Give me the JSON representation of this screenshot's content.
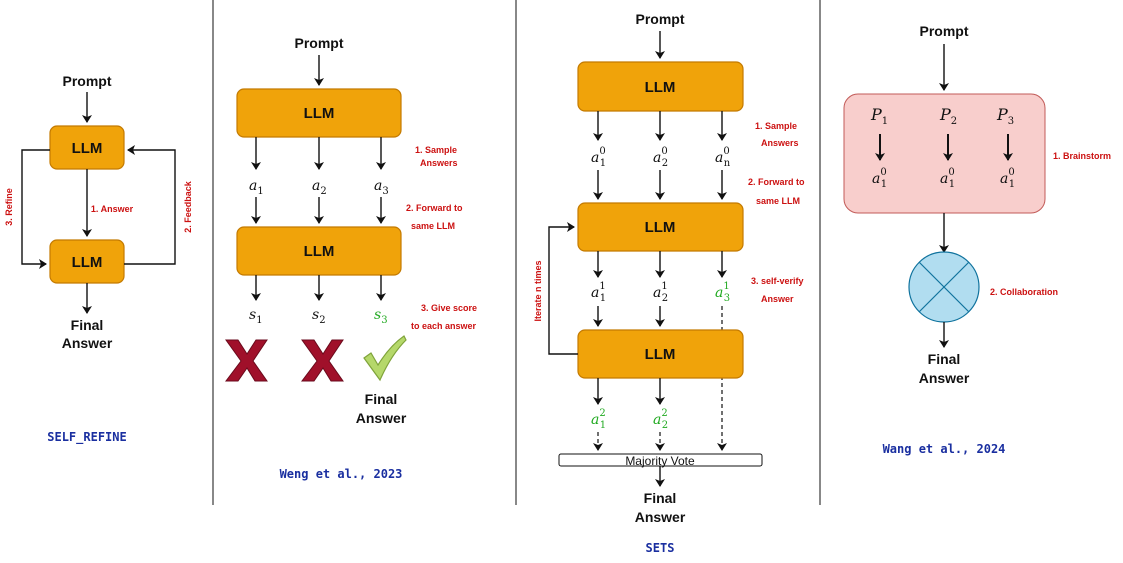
{
  "panels": {
    "self_refine": {
      "prompt": "Prompt",
      "llm_top": "LLM",
      "llm_bottom": "LLM",
      "answer_step": "1. Answer",
      "feedback_step": "2. Feedback",
      "refine_step": "3. Refine",
      "final_line1": "Final",
      "final_line2": "Answer",
      "caption": "SELF_REFINE"
    },
    "weng": {
      "prompt": "Prompt",
      "llm_top": "LLM",
      "llm_bottom": "LLM",
      "step1_line1": "1. Sample",
      "step1_line2": "Answers",
      "step2_line1": "2. Forward to",
      "step2_line2": "same LLM",
      "step3_line1": "3. Give score",
      "step3_line2": "to each answer",
      "answers": [
        "a",
        "a",
        "a"
      ],
      "answer_subs": [
        "1",
        "2",
        "3"
      ],
      "scores": [
        "s",
        "s",
        "s"
      ],
      "score_subs": [
        "1",
        "2",
        "3"
      ],
      "final_line1": "Final",
      "final_line2": "Answer",
      "caption": "Weng et al., 2023"
    },
    "sets": {
      "prompt": "Prompt",
      "llm_1": "LLM",
      "llm_2": "LLM",
      "llm_3": "LLM",
      "step1_line1": "1. Sample",
      "step1_line2": "Answers",
      "step2_line1": "2. Forward to",
      "step2_line2": "same LLM",
      "step3_line1": "3. self-verify",
      "step3_line2": "Answer",
      "iterate": "Iterate n times",
      "row0_subs": [
        "1",
        "2",
        "n"
      ],
      "row0_sup": "0",
      "row1_subs": [
        "1",
        "2",
        "3"
      ],
      "row1_sup": "1",
      "row2_subs": [
        "1",
        "2"
      ],
      "row2_sup": "2",
      "majority_vote": "Majority Vote",
      "final_line1": "Final",
      "final_line2": "Answer",
      "caption": "SETS"
    },
    "wang": {
      "prompt": "Prompt",
      "personas": [
        "P",
        "P",
        "P"
      ],
      "persona_subs": [
        "1",
        "2",
        "3"
      ],
      "answer_sub": "1",
      "answer_sup": "0",
      "step1": "1. Brainstorm",
      "step2": "2. Collaboration",
      "final_line1": "Final",
      "final_line2": "Answer",
      "caption": "Wang et al., 2024"
    }
  },
  "colors": {
    "llm_box": "#f0a30a",
    "brainstorm_box": "#f8cecc",
    "collab_circle": "#b1ddf0",
    "step_text": "#cc1111",
    "caption_text": "#1a2fa0",
    "highlight": "#22aa22",
    "cross": "#a0102a",
    "check": "#b5d86a"
  }
}
